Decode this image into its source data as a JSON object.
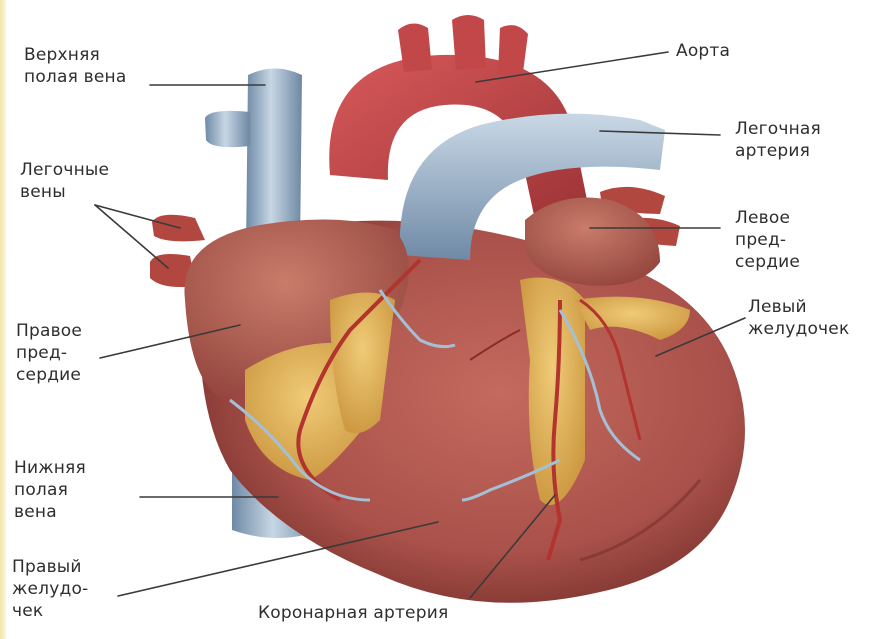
{
  "diagram": {
    "labels": {
      "svc": "Верхняя\nполая вена",
      "pulm_veins": "Легочные\nвены",
      "right_atrium": "Правое\nпред-\nсердие",
      "ivc": "Нижняя\nполая\nвена",
      "right_ventricle": "Правый\nжелудо-\nчек",
      "aorta": "Аорта",
      "pulm_artery": "Легочная\nартерия",
      "left_atrium": "Левое\nпред-\nсердие",
      "left_ventricle": "Левый\nжелудочек",
      "coronary": "Коронарная артерия"
    },
    "colors": {
      "myocardium": "#b45a50",
      "myocardium_dark": "#8a3a33",
      "aorta": "#c2484a",
      "vein_blue": "#8ea7bf",
      "fat_yellow": "#e3b55a",
      "label_text": "#2e2e2e"
    }
  }
}
